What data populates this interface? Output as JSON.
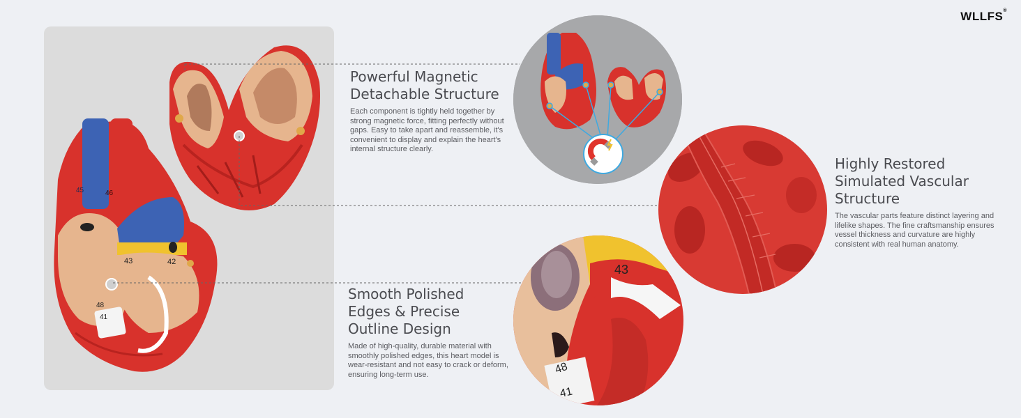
{
  "brand": {
    "name": "WLLFS",
    "mark": "®"
  },
  "features": [
    {
      "title_line1": "Powerful Magnetic",
      "title_line2": "Detachable Structure",
      "title_line3": "",
      "body": "Each component is tightly held together by strong magnetic force, fitting perfectly without gaps. Easy to take apart and reassemble, it's convenient to display and explain the heart's internal structure clearly."
    },
    {
      "title_line1": "Smooth Polished",
      "title_line2": "Edges & Precise",
      "title_line3": "Outline Design",
      "body": "Made of high-quality, durable material with smoothly polished edges, this heart model is wear-resistant and not easy to crack or deform, ensuring long-term use."
    },
    {
      "title_line1": "Highly Restored",
      "title_line2": "Simulated Vascular",
      "title_line3": "Structure",
      "body": "The vascular parts feature distinct layering and lifelike shapes. The fine craftsmanship ensures vessel thickness and curvature are highly consistent with real human anatomy."
    }
  ],
  "model_labels": {
    "l43": "43",
    "l42": "42",
    "l41": "41",
    "l48": "48",
    "l45": "45",
    "l46": "46"
  },
  "colors": {
    "panel": "#dcdcdc",
    "background": "#eef0f4",
    "muscle_red": "#d8322c",
    "vessel_blue": "#3d63b4",
    "flesh": "#e6b58e",
    "magnet_line": "#3fa9e0"
  },
  "icons": [
    "magnet-icon"
  ]
}
